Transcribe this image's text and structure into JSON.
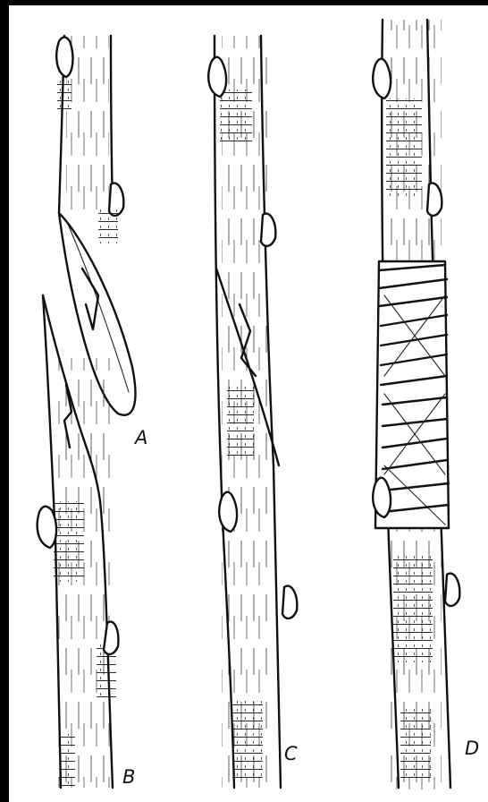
{
  "labels": {
    "a": "A",
    "b": "B",
    "c": "C",
    "d": "D"
  },
  "colors": {
    "ink": "#111111",
    "paper": "#ffffff",
    "border": "#000000"
  }
}
